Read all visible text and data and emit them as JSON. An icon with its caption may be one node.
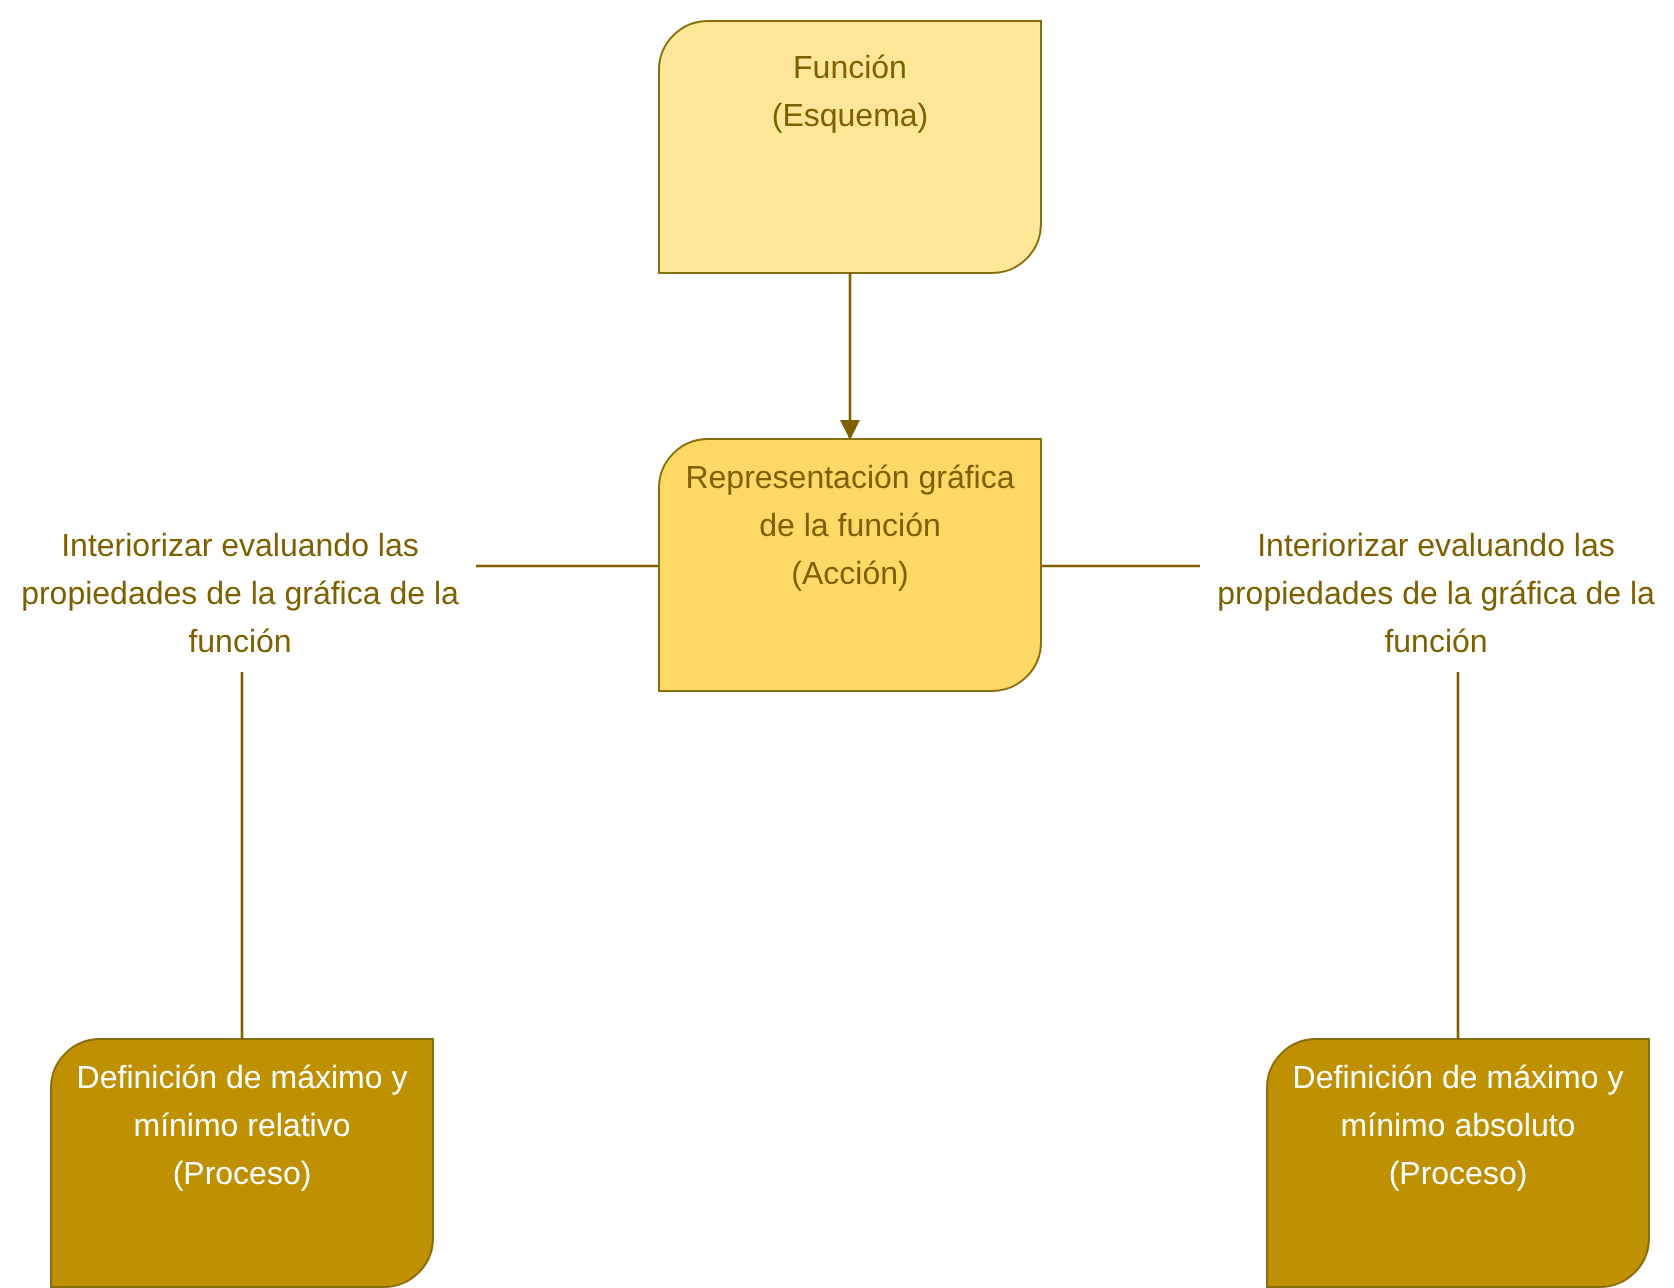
{
  "diagram": {
    "nodes": [
      {
        "text": [
          "Función",
          "(Esquema)"
        ]
      },
      {
        "text": [
          "Representación gráfica de la función",
          "(Acción)"
        ]
      },
      {
        "text": [
          "Interiorizar evaluando las propiedades de la gráfica de la función"
        ]
      },
      {
        "text": [
          "Interiorizar evaluando las propiedades de la gráfica de la función"
        ]
      },
      {
        "text": [
          "Definición de máximo y mínimo relativo",
          "(Proceso)"
        ]
      },
      {
        "text": [
          "Definición de máximo y mínimo absoluto",
          "(Proceso)"
        ]
      }
    ],
    "edges": [
      {
        "from": 0,
        "to": 1,
        "arrow": "to"
      },
      {
        "from": 1,
        "to": 2,
        "arrow": "none"
      },
      {
        "from": 2,
        "to": 4,
        "arrow": "none"
      },
      {
        "from": 1,
        "to": 3,
        "arrow": "none"
      },
      {
        "from": 3,
        "to": 5,
        "arrow": "none"
      }
    ]
  }
}
